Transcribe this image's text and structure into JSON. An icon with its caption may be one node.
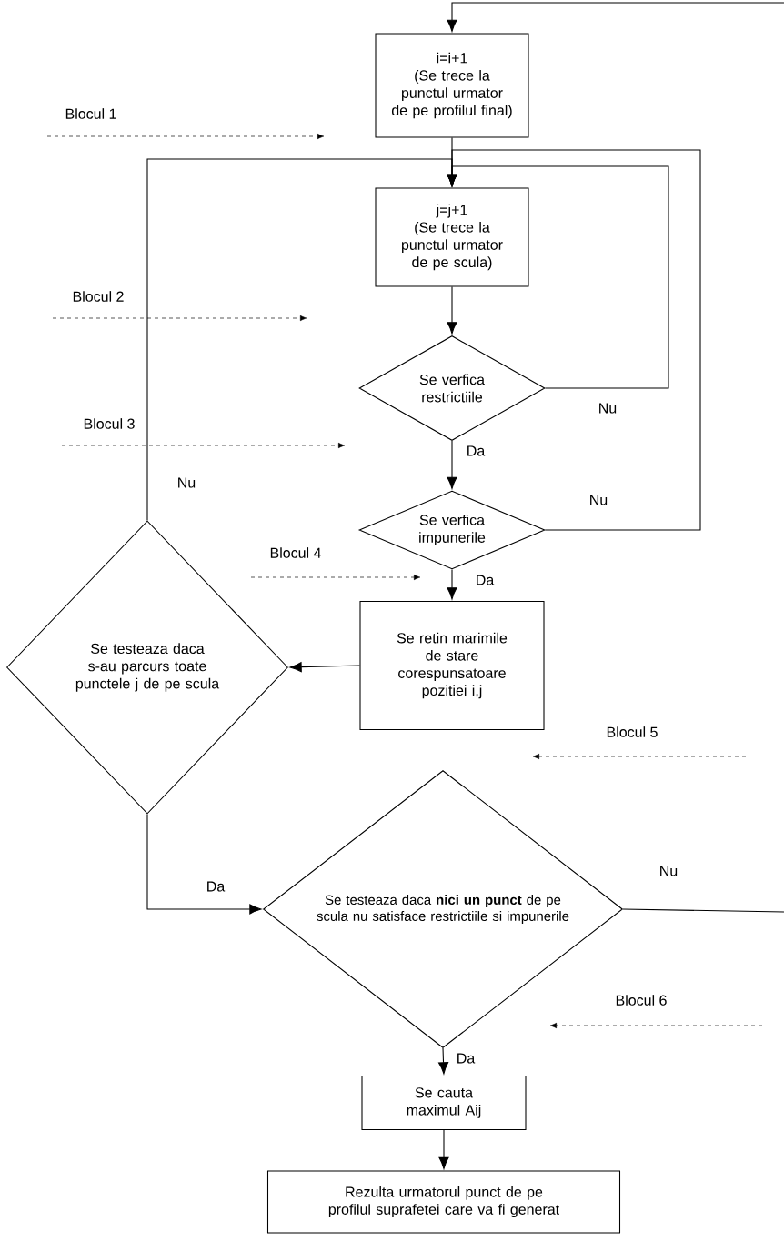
{
  "diagram": {
    "nodes": [
      {
        "text": [
          "i=i+1",
          "(Se trece la punctul urmator de pe profilul final)"
        ]
      },
      {
        "text": [
          "j=j+1",
          "(Se trece la punctul urmator de pe scula)"
        ]
      },
      {
        "text": [
          "Se verfica restrictiile"
        ]
      },
      {
        "text": [
          "Se verfica impunerile"
        ]
      },
      {
        "text": [
          "Se retin marimile de stare corespunsatoare pozitiei i,j"
        ]
      },
      {
        "text": [
          "Se testeaza daca s-au parcurs toate punctele j de pe scula"
        ]
      },
      {
        "text": [
          "Se testeaza daca **nici un punct** de pe scula nu satisface restrictiile si impunerile"
        ]
      },
      {
        "text": [
          "Se cauta maximul Aij"
        ]
      },
      {
        "text": [
          "Rezulta urmatorul punct de pe profilul suprafetei care va fi generat"
        ]
      }
    ],
    "edges": [
      {
        "from": null,
        "to": 0,
        "arrow": "to"
      },
      {
        "from": 0,
        "to": 1,
        "arrow": "to"
      },
      {
        "from": 1,
        "to": 2,
        "arrow": "to"
      },
      {
        "from": 2,
        "to": 1,
        "arrow": "to",
        "label": "Nu"
      },
      {
        "from": 2,
        "to": 3,
        "arrow": "to",
        "label": "Da"
      },
      {
        "from": 3,
        "to": 1,
        "arrow": "to",
        "label": "Nu"
      },
      {
        "from": 3,
        "to": 4,
        "arrow": "to",
        "label": "Da"
      },
      {
        "from": 4,
        "to": 5,
        "arrow": "to"
      },
      {
        "from": 5,
        "to": 1,
        "arrow": "to",
        "label": "Nu"
      },
      {
        "from": 5,
        "to": 6,
        "arrow": "to",
        "label": "Da"
      },
      {
        "from": 6,
        "to": 7,
        "arrow": "to",
        "label": "Da"
      },
      {
        "from": 7,
        "to": 8,
        "arrow": "to"
      },
      {
        "from": 6,
        "to": null,
        "arrow": "none",
        "label": "Nu"
      }
    ],
    "labels": [
      "Blocul 1",
      "Blocul 2",
      "Blocul 3",
      "Blocul 4",
      "Blocul 5",
      "Blocul 6"
    ]
  }
}
